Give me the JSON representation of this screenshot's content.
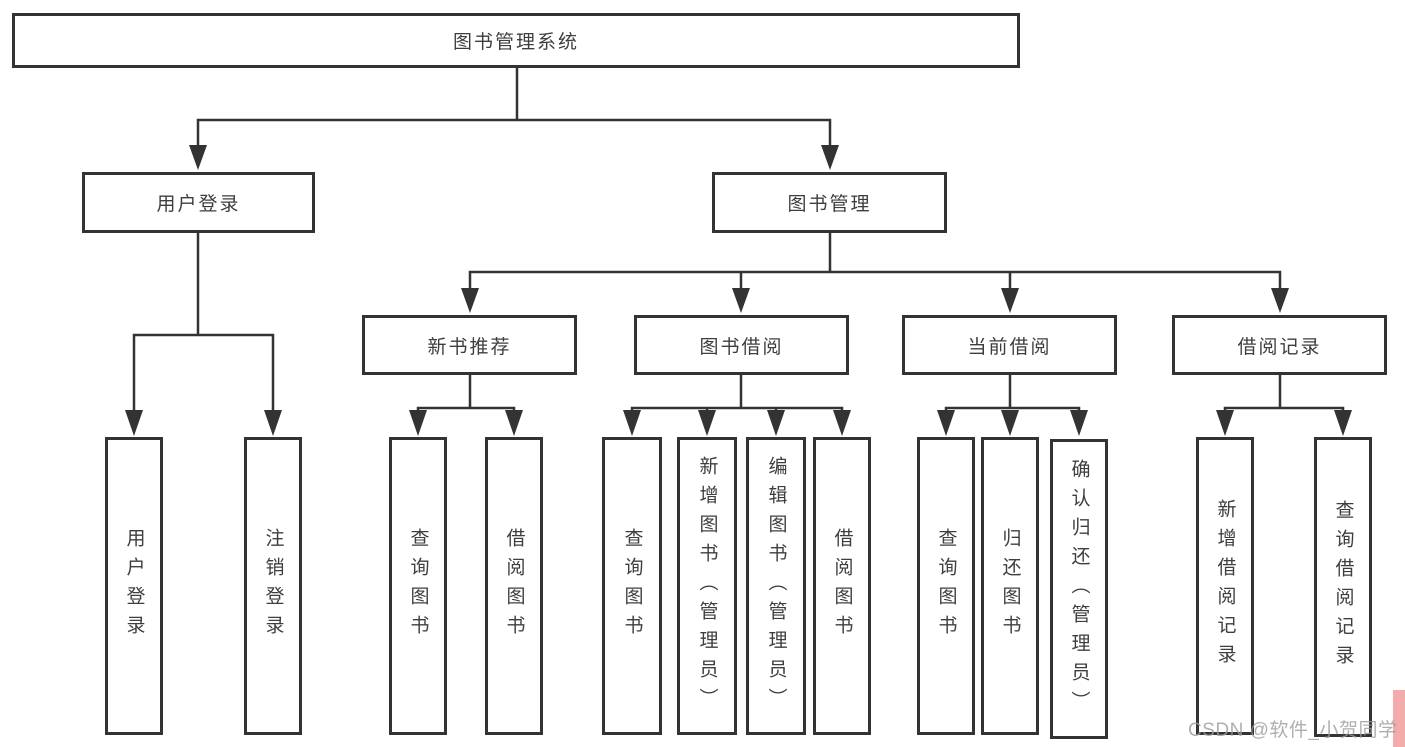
{
  "diagram": {
    "root": {
      "label": "图书管理系统"
    },
    "level1": [
      {
        "label": "用户登录",
        "children": [
          {
            "label": "用户登录"
          },
          {
            "label": "注销登录"
          }
        ]
      },
      {
        "label": "图书管理",
        "children": [
          {
            "label": "新书推荐",
            "children": [
              {
                "label": "查询图书"
              },
              {
                "label": "借阅图书"
              }
            ]
          },
          {
            "label": "图书借阅",
            "children": [
              {
                "label": "查询图书"
              },
              {
                "label": "新增图书（管理员）"
              },
              {
                "label": "编辑图书（管理员）"
              },
              {
                "label": "借阅图书"
              }
            ]
          },
          {
            "label": "当前借阅",
            "children": [
              {
                "label": "查询图书"
              },
              {
                "label": "归还图书"
              },
              {
                "label": "确认归还（管理员）"
              }
            ]
          },
          {
            "label": "借阅记录",
            "children": [
              {
                "label": "新增借阅记录"
              },
              {
                "label": "查询借阅记录"
              }
            ]
          }
        ]
      }
    ]
  },
  "watermark": {
    "text": "CSDN @软件_小贺同学"
  },
  "colors": {
    "line": "#333333",
    "box_border": "#333333",
    "text": "#3e3e3e",
    "watermark": "#9e9e9e",
    "corner_pink": "#f3abab",
    "background": "#ffffff"
  }
}
